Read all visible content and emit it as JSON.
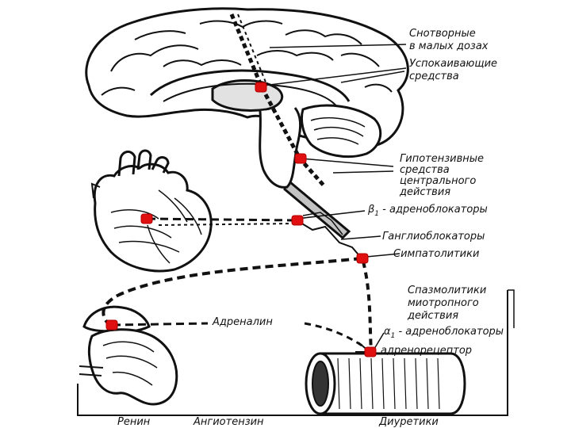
{
  "labels": {
    "hypnotics_line1": "Снотворные",
    "hypnotics_line2": "в малых дозах",
    "sedatives_line1": "Успокаивающие",
    "sedatives_line2": "средства",
    "central_line1": "Гипотензивные",
    "central_line2": "средства",
    "central_line3": "центрального",
    "central_line4": "действия",
    "beta_symbol": "β",
    "beta_sub": "1",
    "beta_text": " - адреноблокаторы",
    "ganglio": "Ганглиоблокаторы",
    "sympatho": "Симпатолитики",
    "spasmo_line1": "Спазмолитики",
    "spasmo_line2": "миотропного",
    "spasmo_line3": "действия",
    "alpha_symbol": "α",
    "alpha_sub": "1",
    "alpha_text": " - адреноблокаторы",
    "adrenalin": "Адреналин",
    "receptor": "адренорецептор",
    "renin": "Ренин",
    "angiotensin": "Ангиотензин",
    "diuretics": "Диуретики"
  },
  "colors": {
    "marker": "#e01010",
    "ink": "#111111",
    "background": "#ffffff"
  },
  "icons": {
    "brain": "brain-drawing",
    "heart": "heart-drawing",
    "adrenal": "adrenal-kidney-drawing",
    "vessel": "blood-vessel-cylinder"
  }
}
